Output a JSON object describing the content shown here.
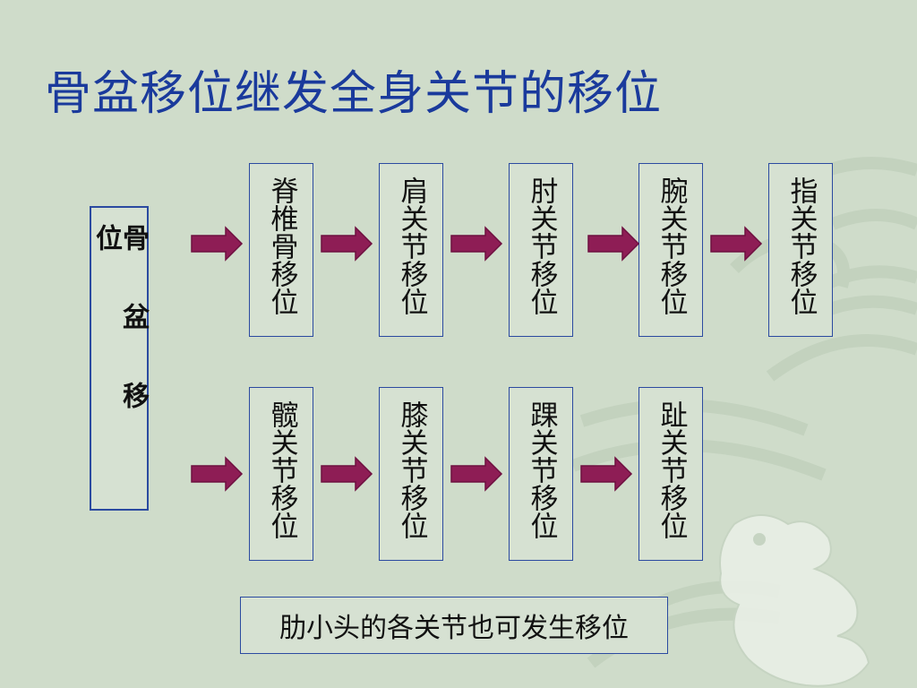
{
  "title": "骨盆移位继发全身关节的移位",
  "root": "骨盆移位",
  "top_row": [
    "脊椎骨移位",
    "肩关节移位",
    "肘关节移位",
    "腕关节移位",
    "指关节移位"
  ],
  "bottom_row": [
    "髋关节移位",
    "膝关节移位",
    "踝关节移位",
    "趾关节移位"
  ],
  "note": "肋小头的各关节也可发生移位",
  "colors": {
    "background": "#cfdcca",
    "title": "#1a3a9c",
    "box_border": "#2b4aa0",
    "arrow_fill": "#8e1d55"
  }
}
